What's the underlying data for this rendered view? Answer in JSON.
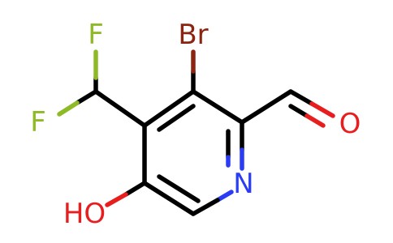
{
  "molecule": {
    "atoms": {
      "br": {
        "label": "Br",
        "color": "#8b2410"
      },
      "f_top": {
        "label": "F",
        "color": "#8fba27"
      },
      "f_left": {
        "label": "F",
        "color": "#8fba27"
      },
      "o_aldehyde": {
        "label": "O",
        "color": "#e81e1e"
      },
      "n_ring": {
        "label": "N",
        "color": "#2a3df4"
      },
      "oh": {
        "label": "HO",
        "color": "#e81e1e"
      }
    }
  }
}
